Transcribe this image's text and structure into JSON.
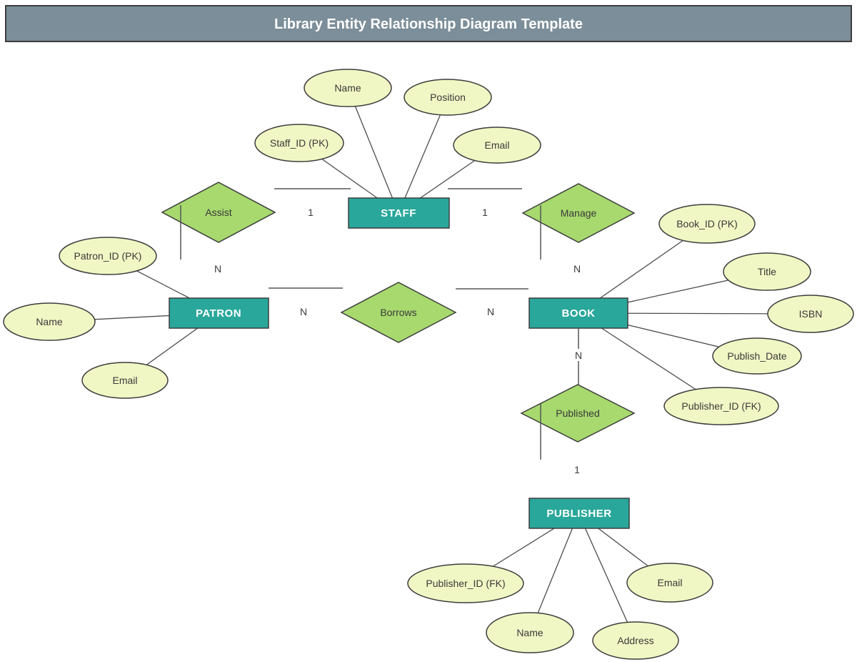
{
  "title_bar": {
    "title": "Library Entity Relationship Diagram Template"
  },
  "colors": {
    "title_bar_bg": "#7B8E99",
    "title_text": "#FFFFFF",
    "entity_fill": "#2AA79B",
    "entity_text": "#FFFFFF",
    "relationship_fill": "#A7D96E",
    "attribute_fill": "#F0F7C4",
    "shape_border": "#3D3D3D",
    "connector_line": "#4D4D4D",
    "label_text": "#3A3A3A",
    "canvas_bg": "#FFFFFF"
  },
  "entities": [
    {
      "label": "STAFF"
    },
    {
      "label": "PATRON"
    },
    {
      "label": "BOOK"
    },
    {
      "label": "PUBLISHER"
    }
  ],
  "relationships": [
    {
      "label": "Assist"
    },
    {
      "label": "Manage"
    },
    {
      "label": "Borrows"
    },
    {
      "label": "Published"
    }
  ],
  "attributes": {
    "staff": [
      {
        "label": "Name"
      },
      {
        "label": "Position"
      },
      {
        "label": "Staff_ID (PK)"
      },
      {
        "label": "Email"
      }
    ],
    "patron": [
      {
        "label": "Patron_ID (PK)"
      },
      {
        "label": "Name"
      },
      {
        "label": "Email"
      }
    ],
    "book": [
      {
        "label": "Book_ID (PK)"
      },
      {
        "label": "Title"
      },
      {
        "label": "ISBN"
      },
      {
        "label": "Publish_Date"
      },
      {
        "label": "Publisher_ID (FK)"
      }
    ],
    "publisher": [
      {
        "label": "Publisher_ID (FK)"
      },
      {
        "label": "Name"
      },
      {
        "label": "Address"
      },
      {
        "label": "Email"
      }
    ]
  },
  "cardinalities": [
    "1",
    "1",
    "N",
    "N",
    "N",
    "N",
    "N",
    "1"
  ]
}
